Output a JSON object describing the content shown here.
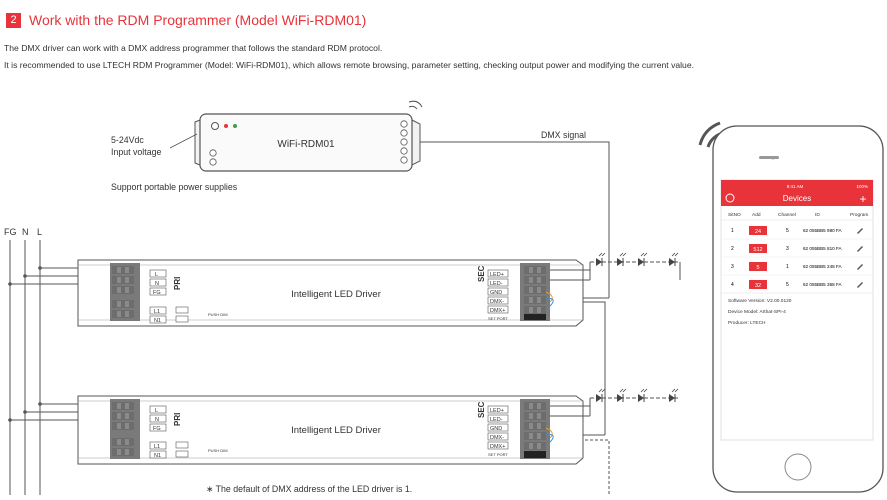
{
  "header": {
    "number": "2",
    "title": "Work with the RDM Programmer (Model WiFi-RDM01)"
  },
  "intro": {
    "line1": "The DMX driver can work with a DMX address programmer that follows the standard RDM protocol.",
    "line2": "It is recommended to use LTECH RDM Programmer (Model: WiFi-RDM01), which allows remote browsing, parameter setting, checking output power and modifying the current value."
  },
  "programmer": {
    "model": "WiFi-RDM01",
    "power_line1": "5-24Vdc",
    "power_line2": "Input voltage",
    "support_note": "Support portable power supplies",
    "dmx_signal": "DMX signal"
  },
  "mains": {
    "fg": "FG",
    "n": "N",
    "l": "L"
  },
  "driver": {
    "name": "Intelligent LED Driver",
    "pri_label": "PRI",
    "sec_label": "SEC",
    "pri_terminals": [
      "L",
      "N",
      "FG"
    ],
    "pri_lower": [
      "L1",
      "N1"
    ],
    "sec_terminals": [
      "LED+",
      "LED-",
      "GND",
      "DMX-",
      "DMX+"
    ],
    "push_dim": "PUSH DIM",
    "set_port": "SET PORT"
  },
  "footnote": "∗  The default of DMX address of the LED driver is 1.",
  "phone": {
    "status_time": "9:41 AM",
    "status_battery": "100%",
    "nav_title": "Devices",
    "add_icon": "+",
    "columns": [
      "SitNO",
      "Add",
      "Channel",
      "ID",
      "Program"
    ],
    "rows": [
      {
        "no": "1",
        "add": "24",
        "channel": "5",
        "id": "62 055BB5 980 FA"
      },
      {
        "no": "2",
        "add": "512",
        "channel": "3",
        "id": "62 055BB5 810 FA"
      },
      {
        "no": "3",
        "add": "5",
        "channel": "1",
        "id": "62 055BB5 248 FA"
      },
      {
        "no": "4",
        "add": "32",
        "channel": "5",
        "id": "62 055BB5 368 FA"
      }
    ],
    "info": [
      "Software Version:  V2.00.0120",
      "Device Model: Arthat-SPI-4",
      "Producer:  LTECH"
    ]
  },
  "colors": {
    "accent": "#e8333a",
    "line": "#555555",
    "terminal": "#6d6d6d"
  }
}
